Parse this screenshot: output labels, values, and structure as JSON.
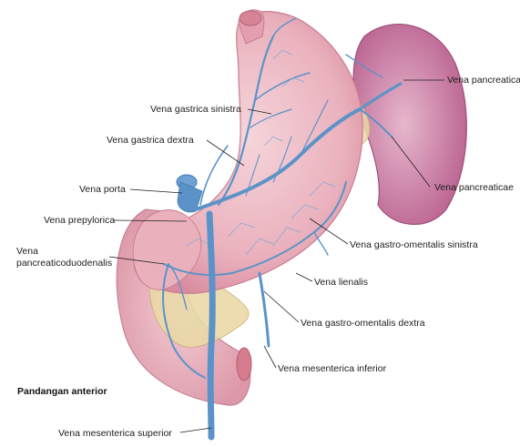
{
  "labels": {
    "vena_pancreaticae_top": "Vena pancreaticae",
    "vena_gastrica_sinistra": "Vena gastrica sinistra",
    "vena_gastrica_dextra": "Vena gastrica dextra",
    "vena_pancreaticae_right": "Vena pancreaticae",
    "vena_porta": "Vena porta",
    "vena_prepylorica": "Vena prepylorica",
    "vena_gastro_omentalis_sinistra": "Vena gastro-omentalis sinistra",
    "vena_pancreaticoduodenalis_line1": "Vena",
    "vena_pancreaticoduodenalis_line2": "pancreaticoduodenalis",
    "vena_lienalis": "Vena lienalis",
    "vena_gastro_omentalis_dextra": "Vena gastro-omentalis dextra",
    "vena_mesenterica_inferior": "Vena mesenterica inferior",
    "vena_mesenterica_superior": "Vena mesenterica superior"
  },
  "caption": "Pandangan anterior",
  "colors": {
    "vein": "#5b93c8",
    "vein_dark": "#3f79b0",
    "stomach": "#e9b3bd",
    "spleen": "#c97aa0",
    "pancreas": "#ead9a8"
  }
}
